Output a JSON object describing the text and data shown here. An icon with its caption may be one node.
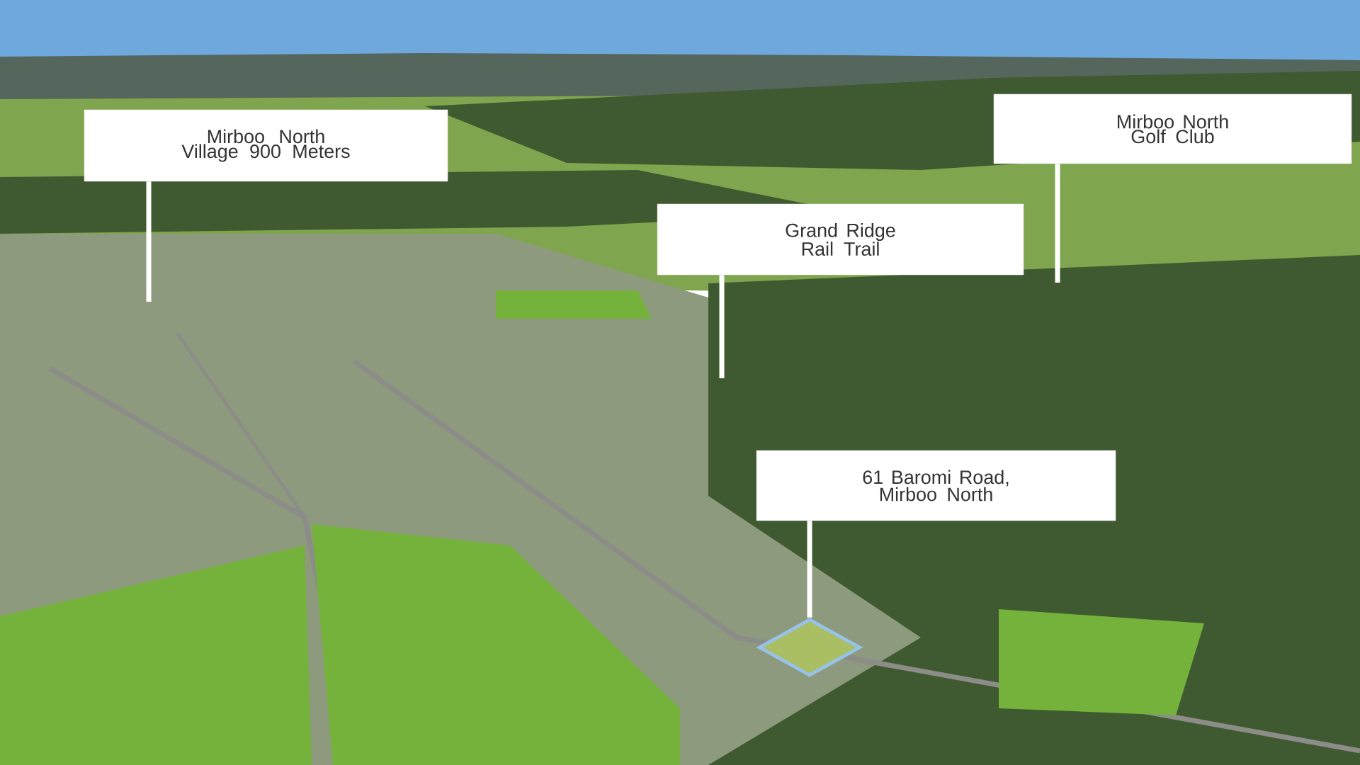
{
  "diagram": {
    "nodes": [
      {
        "text": [
          "Mirboo North Village 900 Meters"
        ]
      },
      {
        "text": [
          "Mirboo North Golf Club"
        ]
      },
      {
        "text": [
          "Grand Ridge Rail Trail"
        ]
      },
      {
        "text": [
          "61 Baromi Road, Mirboo North"
        ]
      },
      {
        "text": [],
        "shape": "diamond"
      }
    ],
    "edges": [
      {
        "from": 0,
        "to": null,
        "arrow": "none"
      },
      {
        "from": 1,
        "to": null,
        "arrow": "none"
      },
      {
        "from": 2,
        "to": null,
        "arrow": "none"
      },
      {
        "from": 3,
        "to": 4,
        "arrow": "none"
      }
    ]
  }
}
